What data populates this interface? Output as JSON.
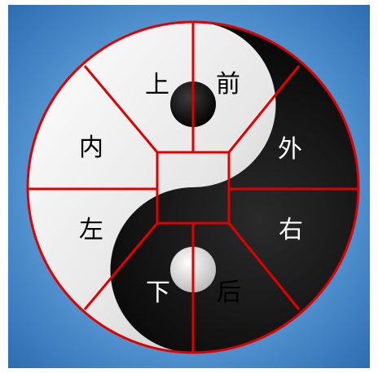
{
  "diagram": {
    "labels": {
      "up": "上",
      "front": "前",
      "inner": "内",
      "outer": "外",
      "left": "左",
      "right": "右",
      "down": "下",
      "back": "后"
    },
    "colors": {
      "line": "#e00000",
      "background": "#4a8ed0",
      "yin": "#111111",
      "yang": "#f0f0f0",
      "text_on_light": "#000000",
      "text_on_dark": "#ffffff"
    }
  }
}
